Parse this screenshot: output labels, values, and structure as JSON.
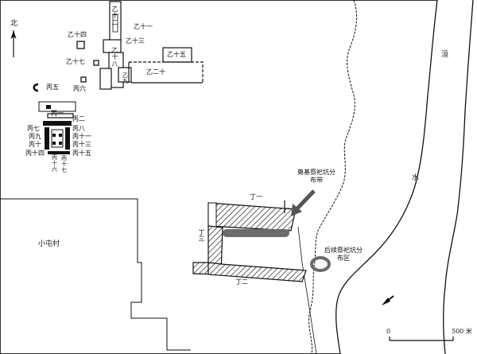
{
  "north": "北",
  "river": {
    "char1": "洹",
    "char2": "水"
  },
  "scale": {
    "zero": "0",
    "label": "500 米"
  },
  "village": "小屯村",
  "annotations": {
    "foundation": "奠基祭祀坑分布带",
    "later": "后续祭祀坑分布区"
  },
  "yi_labels": {
    "yi12": "乙十二",
    "yi11": "乙十一",
    "yi14": "乙十四",
    "yi13": "乙十三",
    "yi15": "乙十五",
    "yi17": "乙十七",
    "yi18": "乙十八",
    "yi20": "乙二十",
    "yi9": "乙九",
    "bing6": "丙六"
  },
  "bing_labels": {
    "bing5": "丙五",
    "bing1": "丙一",
    "bing2": "丙二",
    "bing7": "丙七",
    "bing8": "丙八",
    "bing9": "丙九",
    "bing11": "丙十一",
    "bing10": "丙十",
    "bing13": "丙十三",
    "bing14": "丙十四",
    "bing15": "丙十五",
    "bing16": "丙十六",
    "bing17": "丙十七"
  },
  "ding_labels": {
    "d1": "丁一",
    "d2": "丁二",
    "d3": "丁三"
  }
}
